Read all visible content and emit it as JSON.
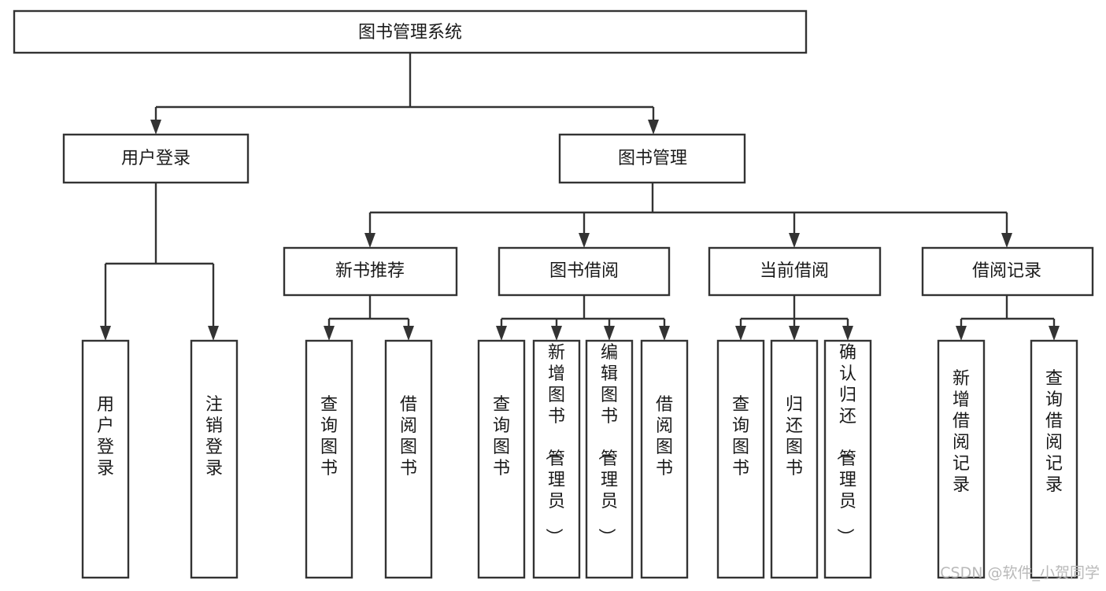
{
  "diagram": {
    "type": "hierarchy-tree",
    "title": "图书管理系统",
    "root": {
      "id": "root",
      "label": "图书管理系统"
    },
    "level1": [
      {
        "id": "user-login",
        "label": "用户登录"
      },
      {
        "id": "book-manage",
        "label": "图书管理"
      }
    ],
    "level2": [
      {
        "id": "new-book-recommend",
        "label": "新书推荐",
        "parent": "book-manage"
      },
      {
        "id": "book-borrow",
        "label": "图书借阅",
        "parent": "book-manage"
      },
      {
        "id": "current-borrow",
        "label": "当前借阅",
        "parent": "book-manage"
      },
      {
        "id": "borrow-record",
        "label": "借阅记录",
        "parent": "book-manage"
      }
    ],
    "leaves": [
      {
        "id": "leaf-user-login",
        "label": "用户登录",
        "parent": "user-login"
      },
      {
        "id": "leaf-user-logout",
        "label": "注销登录",
        "parent": "user-login"
      },
      {
        "id": "leaf-query-book-1",
        "label": "查询图书",
        "parent": "new-book-recommend"
      },
      {
        "id": "leaf-borrow-book-1",
        "label": "借阅图书",
        "parent": "new-book-recommend"
      },
      {
        "id": "leaf-query-book-2",
        "label": "查询图书",
        "parent": "book-borrow"
      },
      {
        "id": "leaf-add-book",
        "label": "新增图书（管理员）",
        "parent": "book-borrow"
      },
      {
        "id": "leaf-edit-book",
        "label": "编辑图书（管理员）",
        "parent": "book-borrow"
      },
      {
        "id": "leaf-borrow-book-2",
        "label": "借阅图书",
        "parent": "book-borrow"
      },
      {
        "id": "leaf-query-book-3",
        "label": "查询图书",
        "parent": "current-borrow"
      },
      {
        "id": "leaf-return-book",
        "label": "归还图书",
        "parent": "current-borrow"
      },
      {
        "id": "leaf-confirm-return",
        "label": "确认归还（管理员）",
        "parent": "current-borrow"
      },
      {
        "id": "leaf-add-record",
        "label": "新增借阅记录",
        "parent": "borrow-record"
      },
      {
        "id": "leaf-query-record",
        "label": "查询借阅记录",
        "parent": "borrow-record"
      }
    ],
    "colors": {
      "node_border": "#333333",
      "node_fill": "#ffffff",
      "connector": "#333333",
      "text": "#1a1a1a",
      "watermark": "#b9b9b9",
      "background": "#ffffff"
    }
  },
  "watermark": {
    "text": "CSDN @软件_小贺同学"
  }
}
